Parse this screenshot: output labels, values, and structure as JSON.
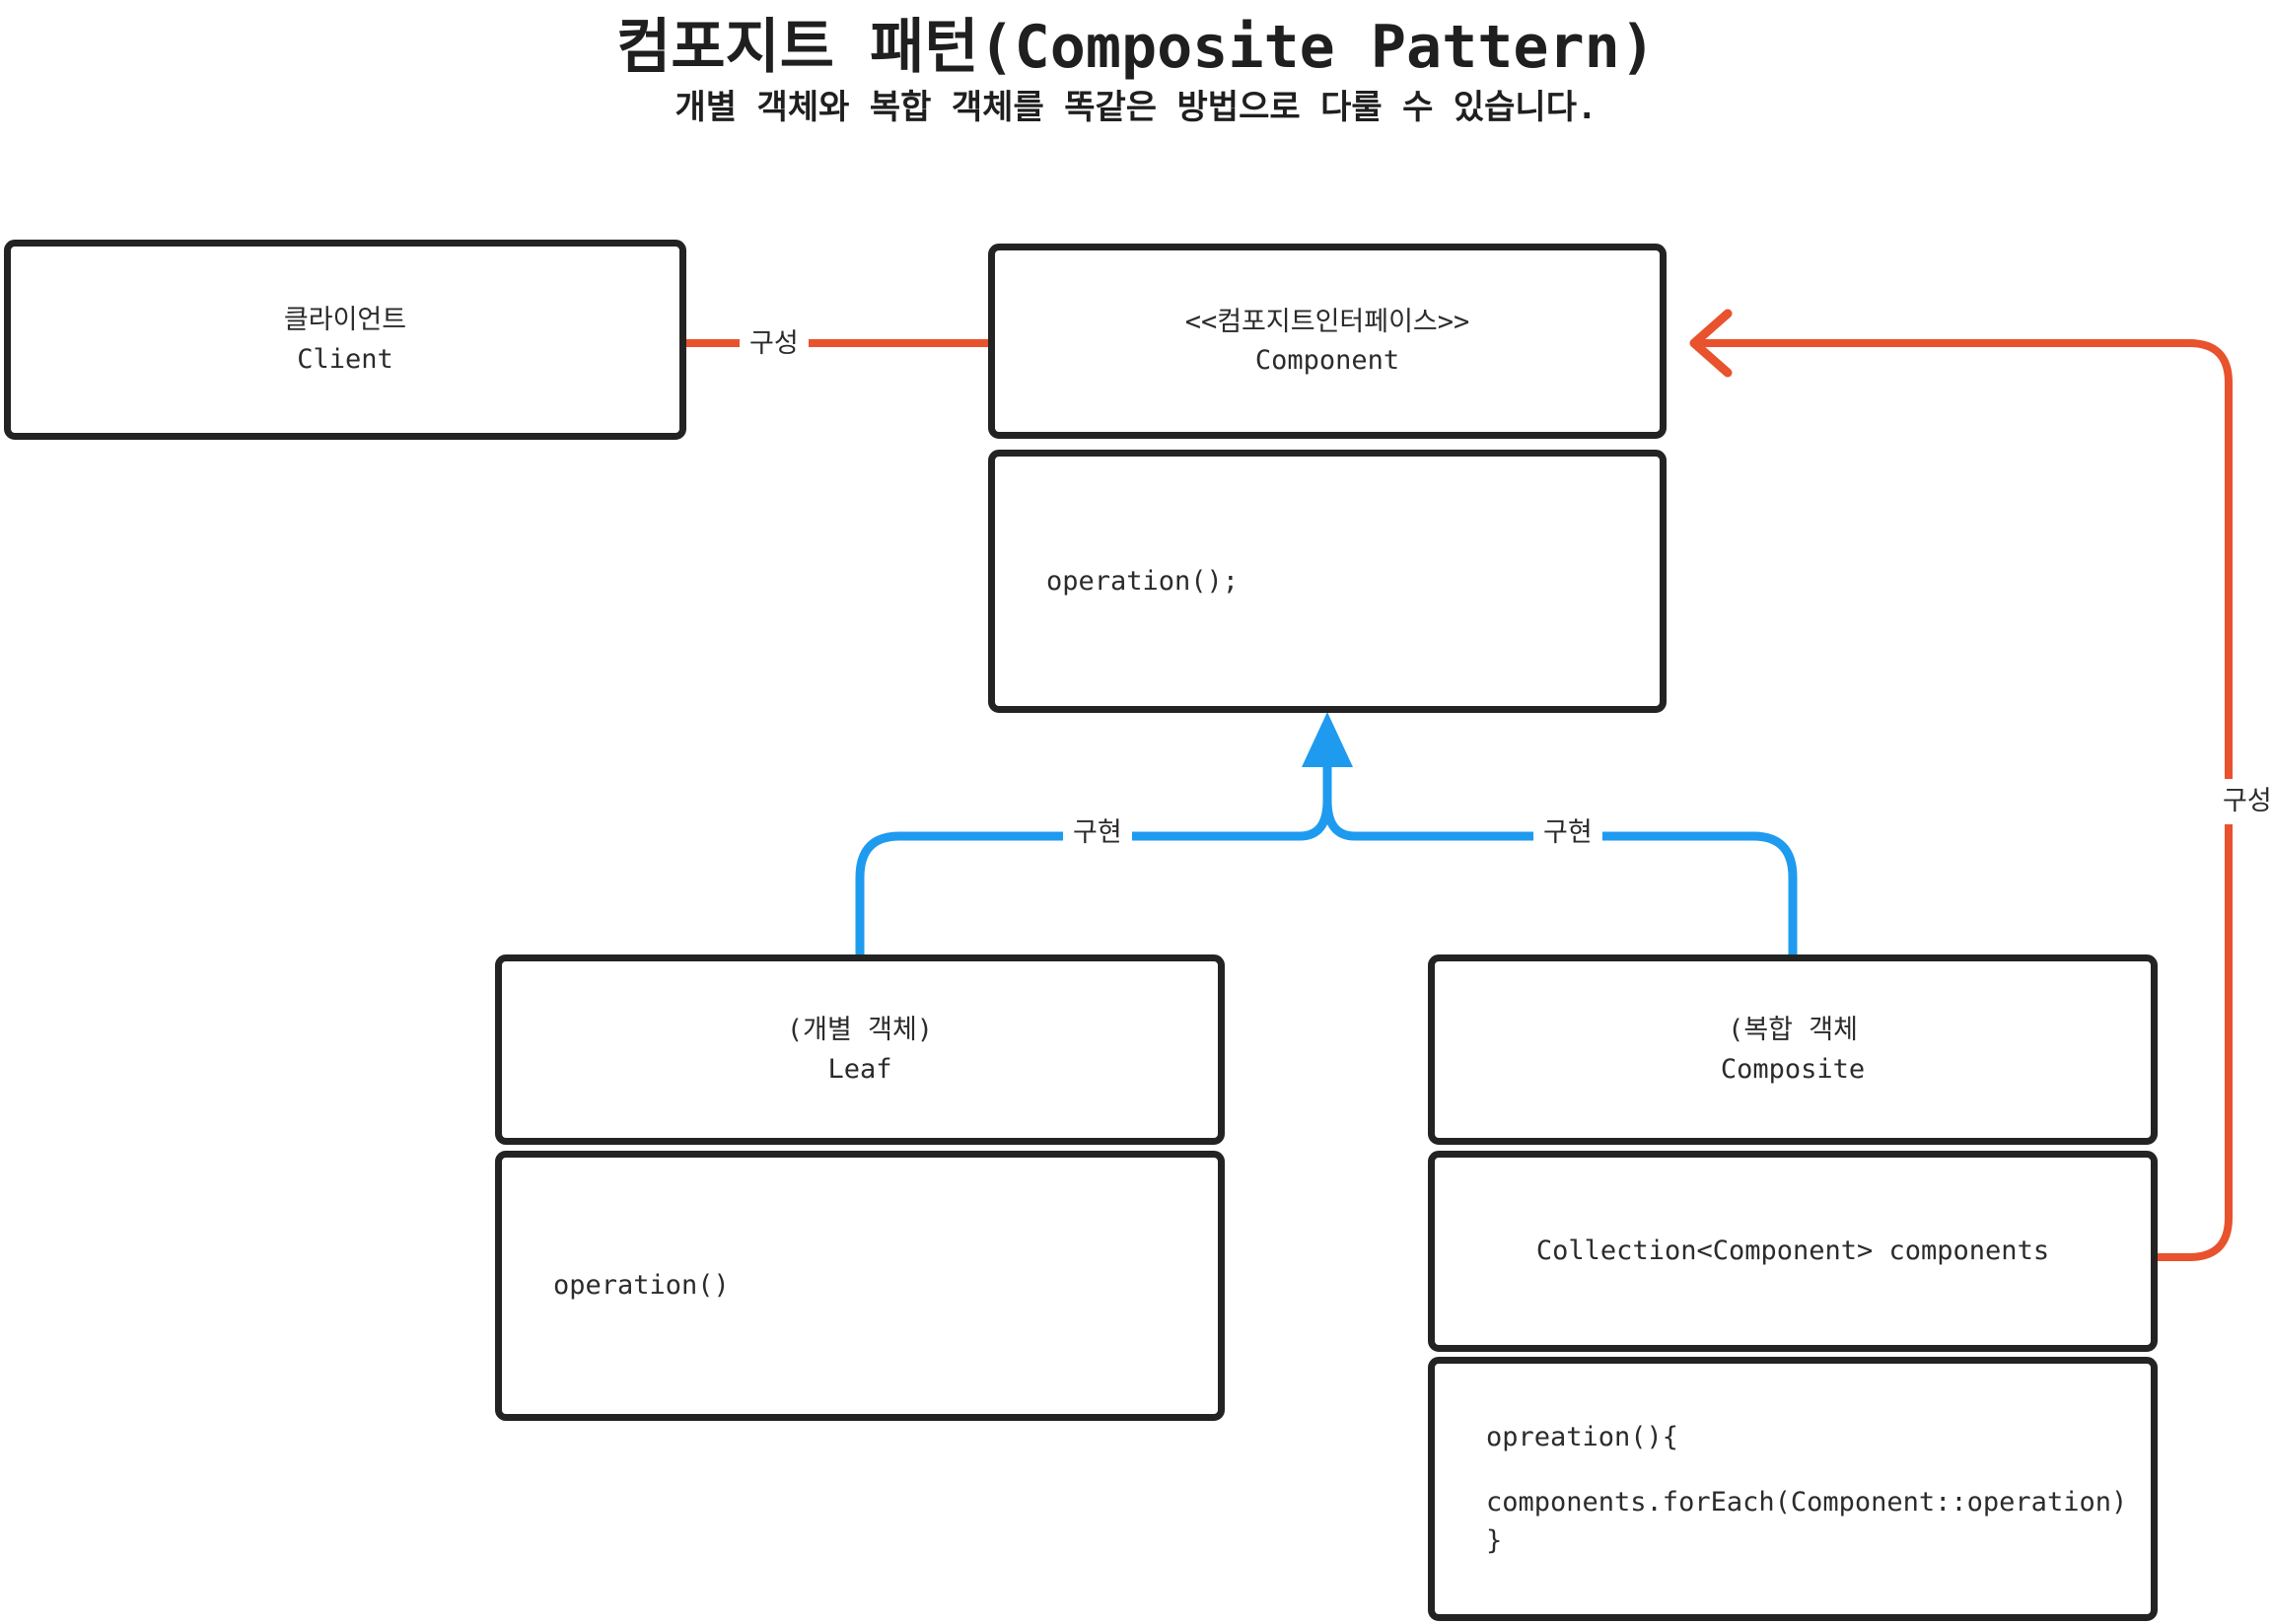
{
  "title": "컴포지트 패턴(Composite Pattern)",
  "subtitle": "개별 객체와 복합 객체를 똑같은 방법으로 다룰 수 있습니다.",
  "colors": {
    "box_border": "#232323",
    "text": "#2b2b2b",
    "composition_edge": "#e8522d",
    "implementation_edge": "#1e9bef",
    "background": "#ffffff"
  },
  "boxes": {
    "client": {
      "korean_name": "클라이언트",
      "class_name": "Client"
    },
    "component": {
      "stereotype": "<<컴포지트인터페이스>>",
      "class_name": "Component",
      "operations": "operation();"
    },
    "leaf": {
      "korean_name": "(개별 객체)",
      "class_name": "Leaf",
      "operations": "operation()"
    },
    "composite": {
      "korean_name": "(복합 객체",
      "class_name": "Composite",
      "field": "Collection<Component> components",
      "method_line_1": "opreation(){",
      "method_line_2": "components.forEach(Component::operation)",
      "method_line_3": "}"
    }
  },
  "edges": {
    "client_to_component": "구성",
    "leaf_implements": "구현",
    "composite_implements": "구현",
    "composite_to_component": "구성"
  }
}
